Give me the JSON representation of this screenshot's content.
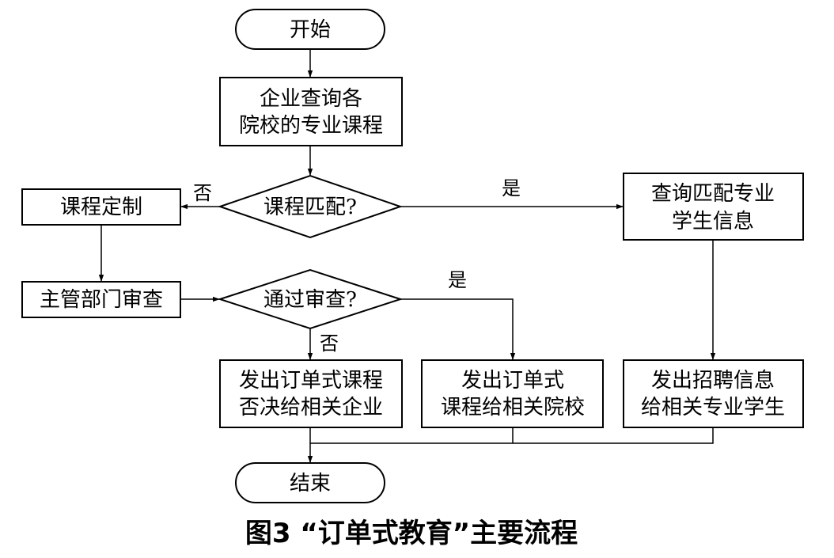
{
  "nodes": {
    "start": "开始",
    "query_courses": [
      "企业查询各",
      "院校的专业课程"
    ],
    "course_match": "课程匹配?",
    "customize": "课程定制",
    "query_students": [
      "查询匹配专业",
      "学生信息"
    ],
    "dept_review": "主管部门审查",
    "pass_review": "通过审查?",
    "reject_order": [
      "发出订单式课程",
      "否决给相关企业"
    ],
    "send_order": [
      "发出订单式",
      "课程给相关院校"
    ],
    "send_recruit": [
      "发出招聘信息",
      "给相关专业学生"
    ],
    "end": "结束"
  },
  "edge_labels": {
    "no_match": "否",
    "yes_match": "是",
    "yes_pass": "是",
    "no_pass": "否"
  },
  "caption": "图3 “订单式教育”主要流程"
}
